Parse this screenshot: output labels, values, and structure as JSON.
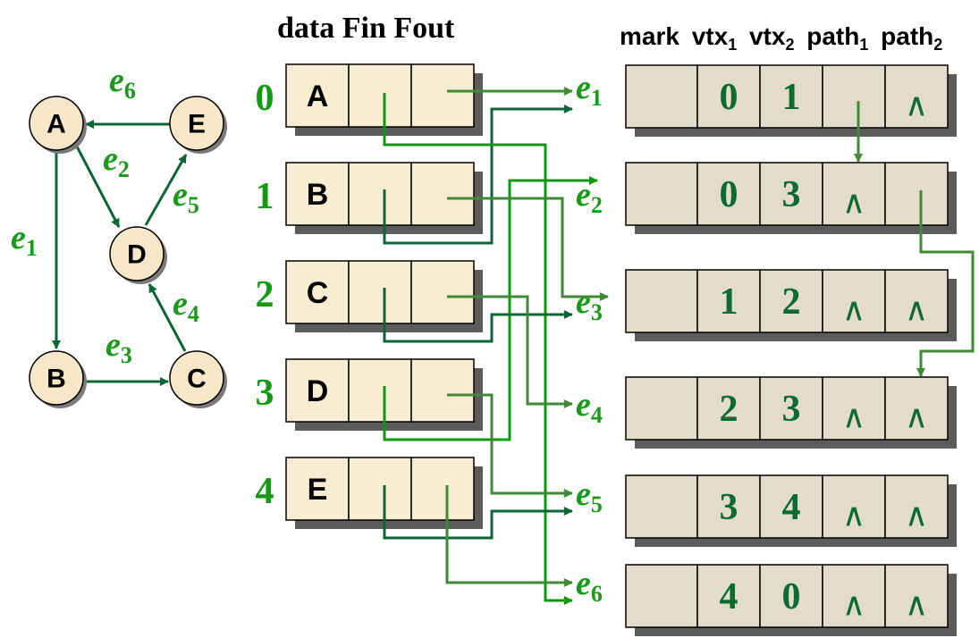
{
  "headers": {
    "vertex_table": "data Fin Fout",
    "edge_table": {
      "mark": "mark",
      "vtx1": "vtx",
      "vtx1_sub": "1",
      "vtx2": "vtx",
      "vtx2_sub": "2",
      "path1": "path",
      "path1_sub": "1",
      "path2": "path",
      "path2_sub": "2"
    }
  },
  "graph": {
    "nodes": [
      {
        "id": "A",
        "label": "A"
      },
      {
        "id": "E",
        "label": "E"
      },
      {
        "id": "D",
        "label": "D"
      },
      {
        "id": "B",
        "label": "B"
      },
      {
        "id": "C",
        "label": "C"
      }
    ],
    "edges": [
      {
        "name": "e",
        "sub": "1",
        "from": "A",
        "to": "B"
      },
      {
        "name": "e",
        "sub": "2",
        "from": "A",
        "to": "D"
      },
      {
        "name": "e",
        "sub": "3",
        "from": "B",
        "to": "C"
      },
      {
        "name": "e",
        "sub": "4",
        "from": "C",
        "to": "D"
      },
      {
        "name": "e",
        "sub": "5",
        "from": "D",
        "to": "E"
      },
      {
        "name": "e",
        "sub": "6",
        "from": "E",
        "to": "A"
      }
    ]
  },
  "vertex_table": {
    "rows": [
      {
        "index": "0",
        "data": "A"
      },
      {
        "index": "1",
        "data": "B"
      },
      {
        "index": "2",
        "data": "C"
      },
      {
        "index": "3",
        "data": "D"
      },
      {
        "index": "4",
        "data": "E"
      }
    ]
  },
  "edge_table": {
    "rows": [
      {
        "label": "e",
        "sub": "1",
        "mark": "",
        "vtx1": "0",
        "vtx2": "1",
        "path1": "→e2",
        "path2": "∧"
      },
      {
        "label": "e",
        "sub": "2",
        "mark": "",
        "vtx1": "0",
        "vtx2": "3",
        "path1": "∧",
        "path2": "→e4"
      },
      {
        "label": "e",
        "sub": "3",
        "mark": "",
        "vtx1": "1",
        "vtx2": "2",
        "path1": "∧",
        "path2": "∧"
      },
      {
        "label": "e",
        "sub": "4",
        "mark": "",
        "vtx1": "2",
        "vtx2": "3",
        "path1": "∧",
        "path2": "∧"
      },
      {
        "label": "e",
        "sub": "5",
        "mark": "",
        "vtx1": "3",
        "vtx2": "4",
        "path1": "∧",
        "path2": "∧"
      },
      {
        "label": "e",
        "sub": "6",
        "mark": "",
        "vtx1": "4",
        "vtx2": "0",
        "path1": "∧",
        "path2": "∧"
      }
    ],
    "nil_symbol": "∧"
  },
  "colors": {
    "label_green": "#199a19",
    "value_green": "#0b6b30",
    "wire_olive": "#3f8a35",
    "wire_dark": "#0b6636",
    "wire_bright": "#0b9a0b",
    "vertex_cell": "#f8ecd2",
    "edge_cell": "#e4dccb",
    "node_fill": "#f7e7c9"
  }
}
